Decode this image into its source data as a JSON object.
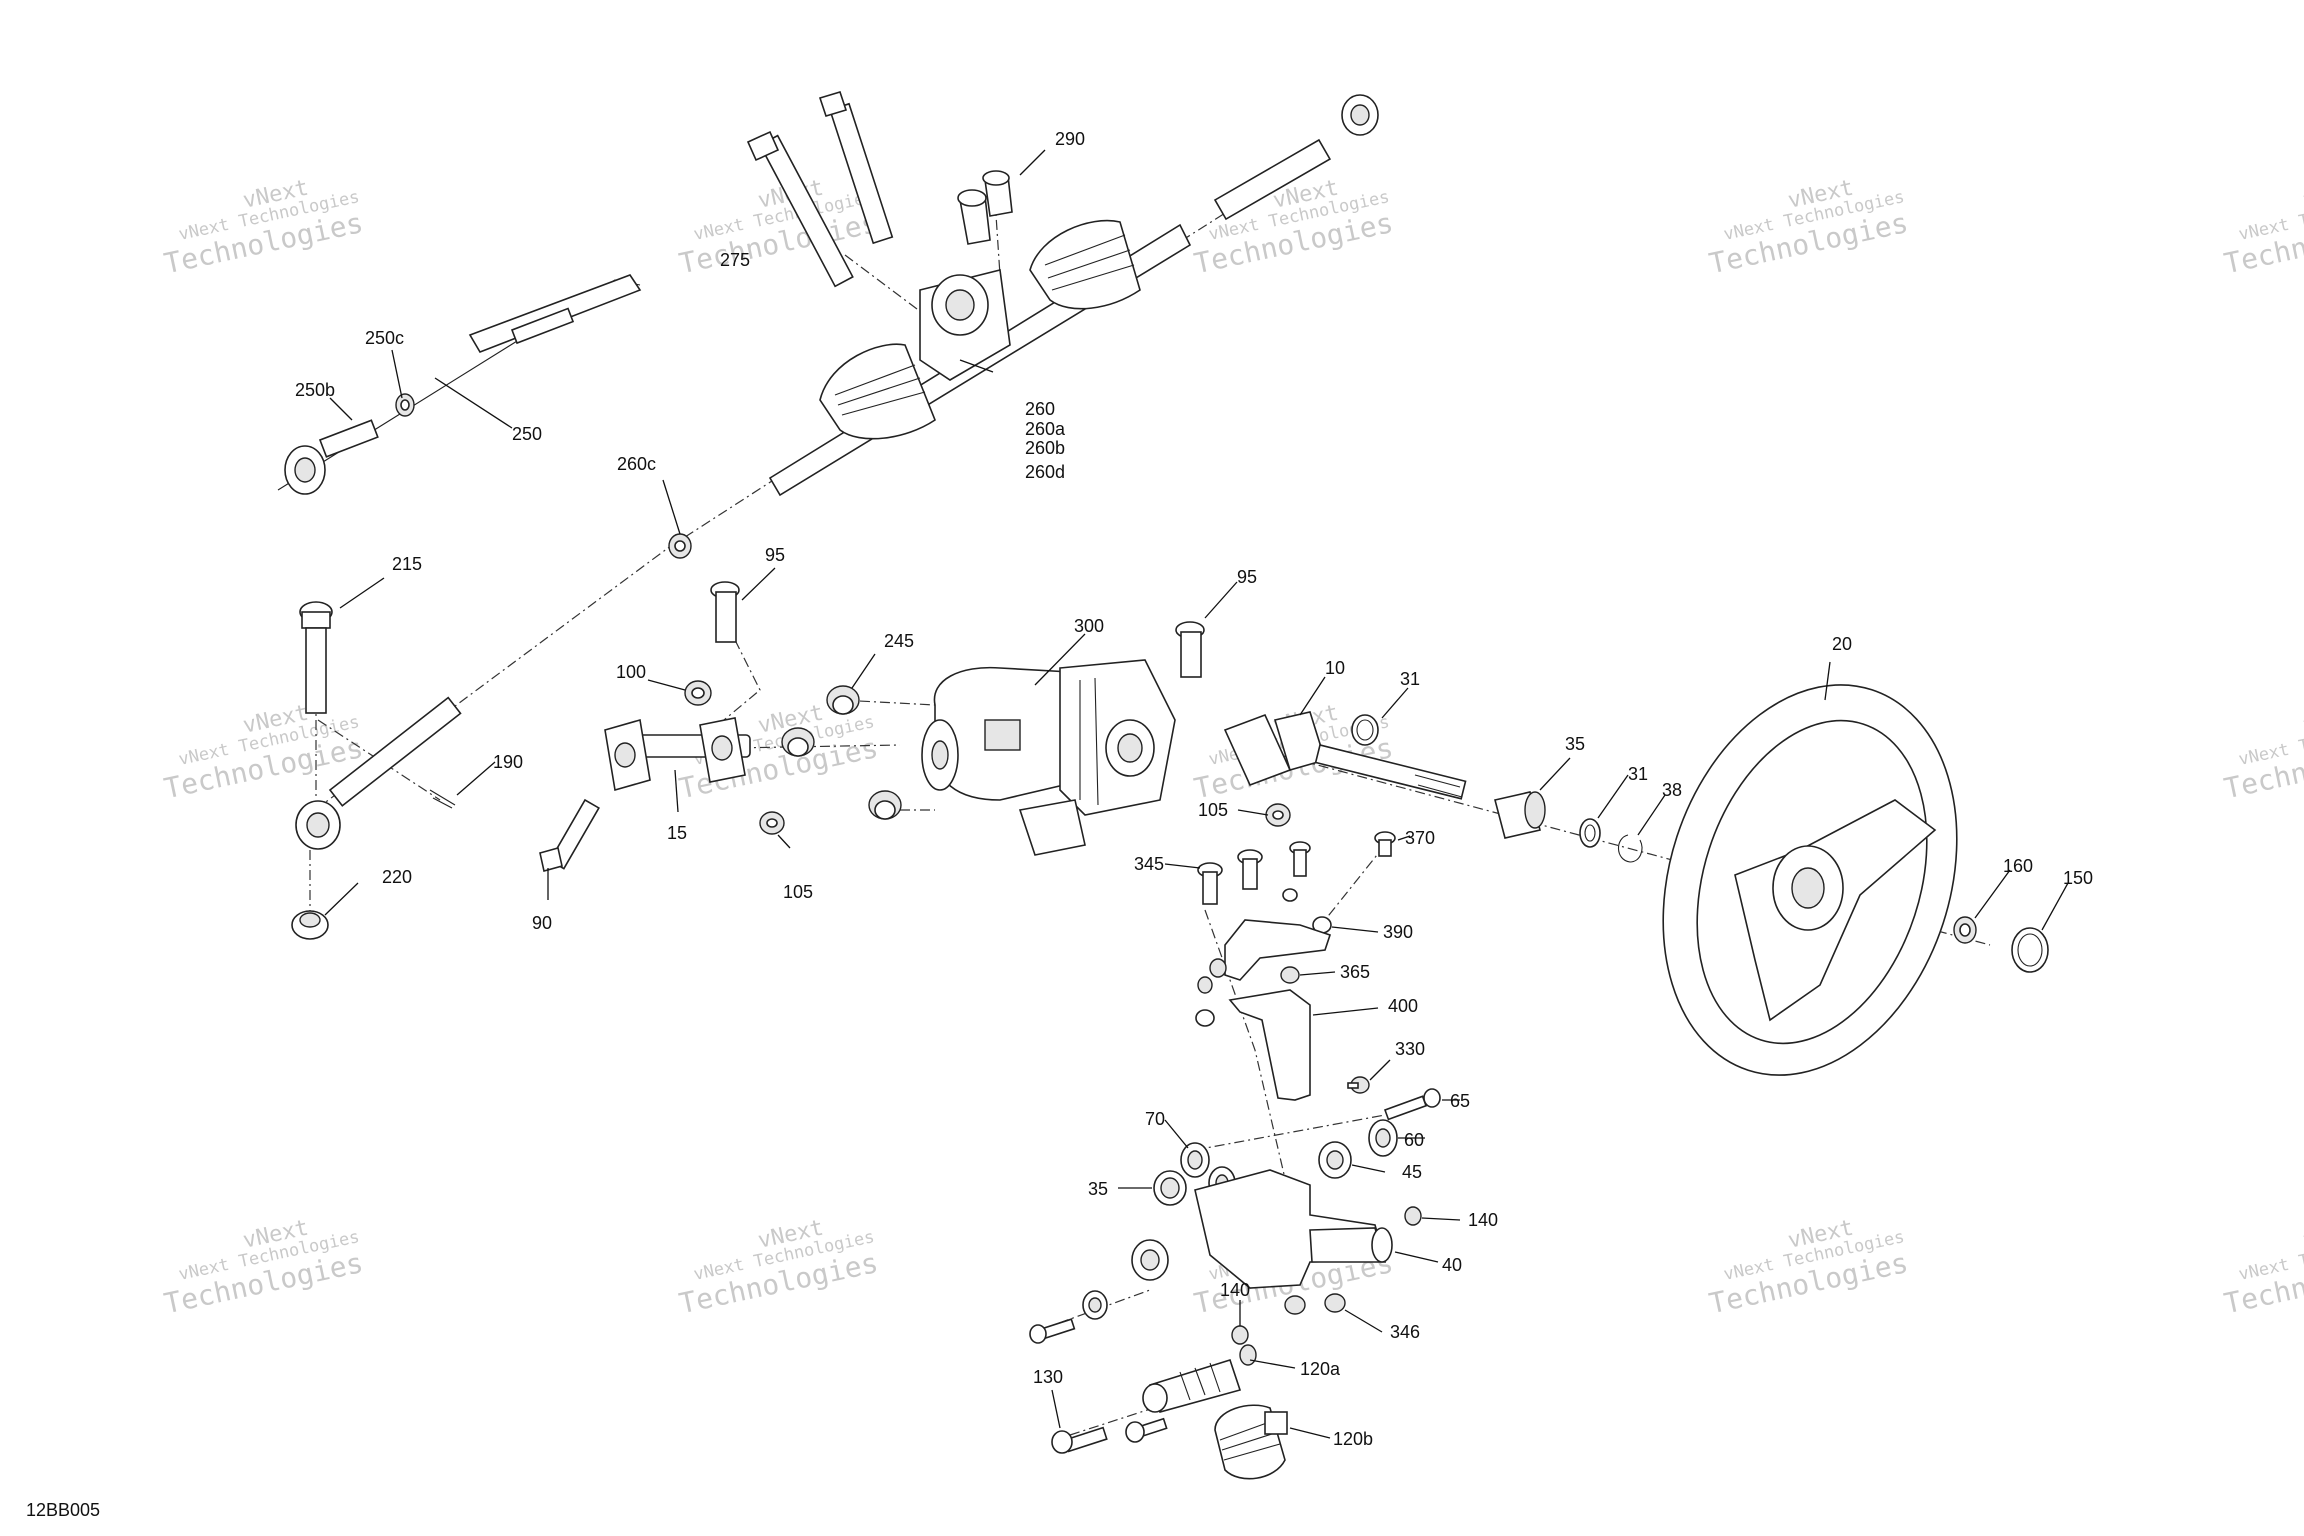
{
  "diagram_code": "12BB005",
  "watermark": {
    "line1": "vNext Technologies",
    "line2": "Technologies",
    "fragment": "vNext"
  },
  "callouts": [
    {
      "id": "c290",
      "text": "290"
    },
    {
      "id": "c275",
      "text": "275"
    },
    {
      "id": "c250c",
      "text": "250c"
    },
    {
      "id": "c250b",
      "text": "250b"
    },
    {
      "id": "c250",
      "text": "250"
    },
    {
      "id": "c260",
      "text": "260"
    },
    {
      "id": "c260a",
      "text": "260a"
    },
    {
      "id": "c260b",
      "text": "260b"
    },
    {
      "id": "c260d",
      "text": "260d"
    },
    {
      "id": "c260c",
      "text": "260c"
    },
    {
      "id": "c215",
      "text": "215"
    },
    {
      "id": "c95a",
      "text": "95"
    },
    {
      "id": "c95b",
      "text": "95"
    },
    {
      "id": "c300",
      "text": "300"
    },
    {
      "id": "c245",
      "text": "245"
    },
    {
      "id": "c100",
      "text": "100"
    },
    {
      "id": "c10",
      "text": "10"
    },
    {
      "id": "c31a",
      "text": "31"
    },
    {
      "id": "c20",
      "text": "20"
    },
    {
      "id": "c190",
      "text": "190"
    },
    {
      "id": "c15",
      "text": "15"
    },
    {
      "id": "c35a",
      "text": "35"
    },
    {
      "id": "c31b",
      "text": "31"
    },
    {
      "id": "c38",
      "text": "38"
    },
    {
      "id": "c105a",
      "text": "105"
    },
    {
      "id": "c105b",
      "text": "105"
    },
    {
      "id": "c220",
      "text": "220"
    },
    {
      "id": "c345",
      "text": "345"
    },
    {
      "id": "c370",
      "text": "370"
    },
    {
      "id": "c160",
      "text": "160"
    },
    {
      "id": "c150",
      "text": "150"
    },
    {
      "id": "c90",
      "text": "90"
    },
    {
      "id": "c390",
      "text": "390"
    },
    {
      "id": "c365",
      "text": "365"
    },
    {
      "id": "c400",
      "text": "400"
    },
    {
      "id": "c330",
      "text": "330"
    },
    {
      "id": "c65",
      "text": "65"
    },
    {
      "id": "c70",
      "text": "70"
    },
    {
      "id": "c60",
      "text": "60"
    },
    {
      "id": "c45",
      "text": "45"
    },
    {
      "id": "c35b",
      "text": "35"
    },
    {
      "id": "c140a",
      "text": "140"
    },
    {
      "id": "c40",
      "text": "40"
    },
    {
      "id": "c140b",
      "text": "140"
    },
    {
      "id": "c346",
      "text": "346"
    },
    {
      "id": "c120a",
      "text": "120a"
    },
    {
      "id": "c130",
      "text": "130"
    },
    {
      "id": "c120b",
      "text": "120b"
    }
  ]
}
